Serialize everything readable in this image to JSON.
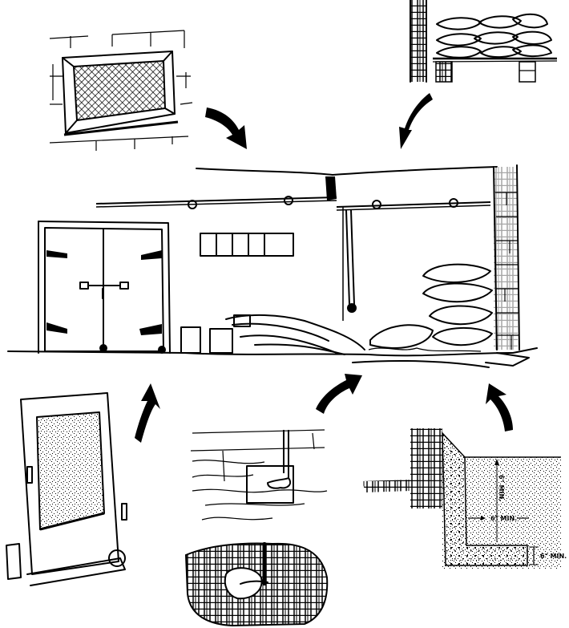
{
  "illustration": {
    "subject": "Storage room moisture and ventilation prevention measures",
    "panels": [
      {
        "id": "vent-grille",
        "description": "Screened wall ventilation opening in brick wall"
      },
      {
        "id": "raised-sacks",
        "description": "Sacks stacked on raised platform on brick supports"
      },
      {
        "id": "storage-room",
        "description": "Storage room with double doors, overhead pipes, piled sacks and debris"
      },
      {
        "id": "door-panel",
        "description": "Door panel on rolling frame"
      },
      {
        "id": "pipe-cleanout",
        "description": "Pipe cleanout plate on wood and brick walls"
      },
      {
        "id": "foundation-section",
        "description": "Concrete foundation cross-section with minimum dimensions"
      }
    ],
    "labels": {
      "vertical_min": "6\" MIN.",
      "horizontal_min": "6\" MIN.",
      "footing_min": "6\" MIN."
    }
  },
  "colors": {
    "ink": "#000000",
    "paper": "#ffffff"
  }
}
